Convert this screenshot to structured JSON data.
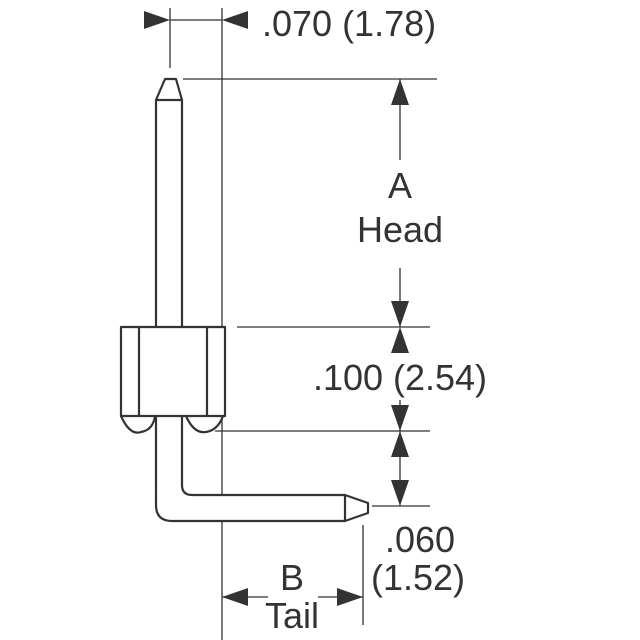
{
  "diagram": {
    "pitch_dim": ".070 (1.78)",
    "head_label_letter": "A",
    "head_label_word": "Head",
    "spacer_dim": ".100 (2.54)",
    "tail_offset_dim": ".060",
    "tail_offset_dim_mm": "(1.52)",
    "tail_label_letter": "B",
    "tail_label_word": "Tail",
    "colors": {
      "line": "#333333",
      "background": "#ffffff"
    }
  }
}
